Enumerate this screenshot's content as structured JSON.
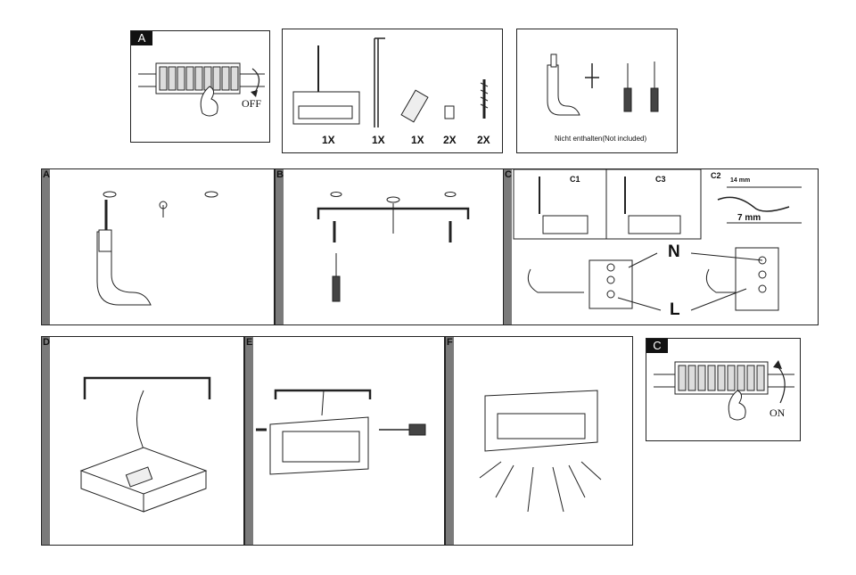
{
  "top": {
    "switch_off": {
      "tag": "A",
      "caption": "OFF"
    },
    "contents": {
      "quantities": [
        "1X",
        "1X",
        "1X",
        "2X",
        "2X"
      ]
    },
    "tools": {
      "note": "Nicht enthalten(Not included)"
    }
  },
  "steps": {
    "a": {
      "letter": "A"
    },
    "b": {
      "letter": "B"
    },
    "c": {
      "letter": "C",
      "c1": "C1",
      "c3": "C3",
      "c2": "C2",
      "mm14": "14 mm",
      "mm7": "7 mm",
      "n": "N",
      "l": "L"
    },
    "d": {
      "letter": "D"
    },
    "e": {
      "letter": "E"
    },
    "f": {
      "letter": "F"
    },
    "switch_on": {
      "tag": "C",
      "caption": "ON"
    }
  }
}
